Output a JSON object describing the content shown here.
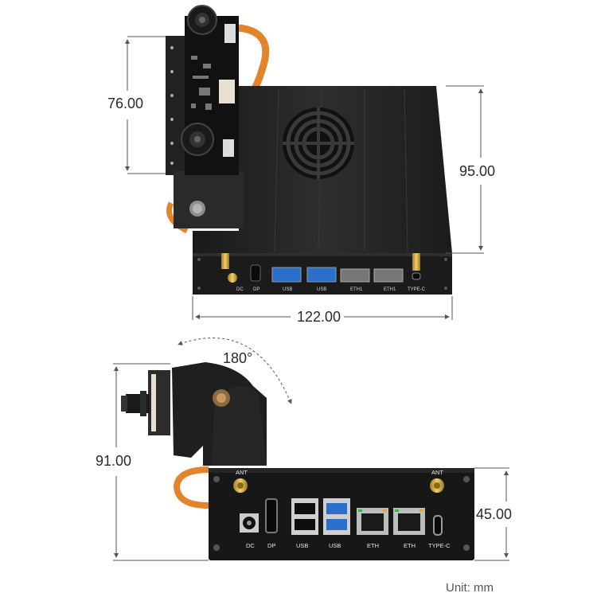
{
  "dimensions": {
    "top_height": "76.00",
    "top_box_height": "95.00",
    "top_width": "122.00",
    "bottom_rotation": "180°",
    "bottom_height": "91.00",
    "bottom_box_height": "45.00"
  },
  "unit_note": "Unit: mm",
  "top_ports": {
    "dc": "DC",
    "dp": "DP",
    "usb1": "USB",
    "usb2": "USB",
    "eth1": "ETH1",
    "eth2": "ETH1",
    "typec": "TYPE-C"
  },
  "bottom_ports": {
    "ant_left": "ANT",
    "ant_right": "ANT",
    "dc": "DC",
    "dp": "DP",
    "usb1": "USB",
    "usb2": "USB",
    "eth1": "ETH",
    "eth2": "ETH",
    "typec": "TYPE-C"
  },
  "colors": {
    "case_dark": "#1e1e1e",
    "case_mid": "#2b2b2b",
    "usb_blue": "#2a6fc9",
    "gold": "#c9a23a",
    "cable_orange": "#e3832b",
    "dim_line": "#555555"
  }
}
